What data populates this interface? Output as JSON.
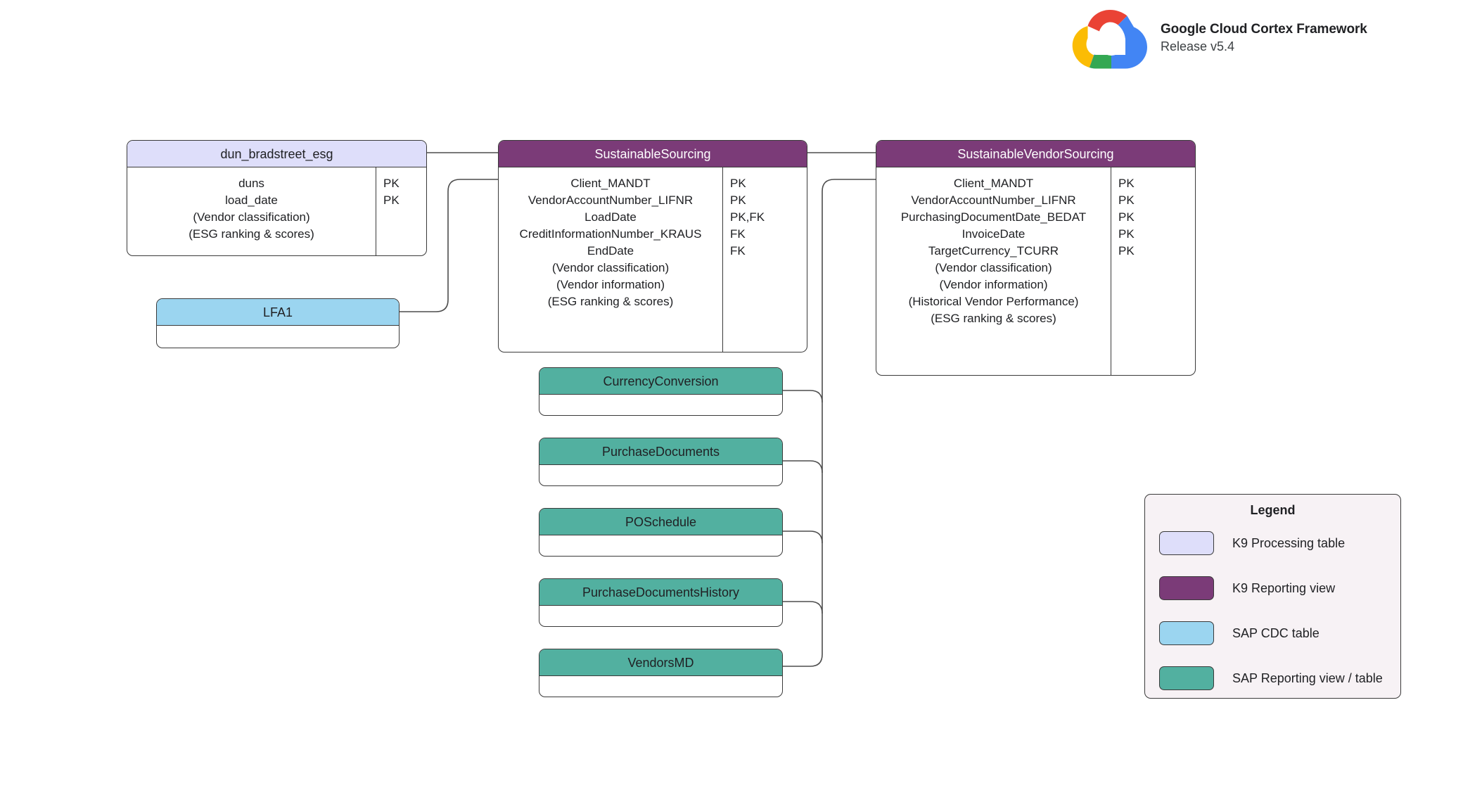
{
  "brand": {
    "logo_icon": "google-cloud-logo",
    "title": "Google Cloud Cortex Framework",
    "release": "Release v5.4"
  },
  "colors": {
    "k9_processing_table": "#dedefa",
    "k9_reporting_view": "#7b3b78",
    "sap_cdc_table": "#9bd5f0",
    "sap_reporting_view": "#52b0a0",
    "border": "#3a3a3a",
    "connector": "#4d4d4d",
    "legend_background": "#f7f2f5",
    "canvas_background": "#ffffff"
  },
  "entities": [
    {
      "id": "dun_bradstreet_esg",
      "name": "dun_bradstreet_esg",
      "type": "k9-processing-table",
      "fields": [
        {
          "name": "duns",
          "key": "PK"
        },
        {
          "name": "load_date",
          "key": "PK"
        },
        {
          "name": "(Vendor classification)",
          "key": ""
        },
        {
          "name": "(ESG ranking & scores)",
          "key": ""
        }
      ]
    },
    {
      "id": "sustainable_sourcing",
      "name": "SustainableSourcing",
      "type": "k9-reporting-view",
      "fields": [
        {
          "name": "Client_MANDT",
          "key": "PK"
        },
        {
          "name": "VendorAccountNumber_LIFNR",
          "key": "PK"
        },
        {
          "name": "LoadDate",
          "key": "PK,FK"
        },
        {
          "name": "CreditInformationNumber_KRAUS",
          "key": "FK"
        },
        {
          "name": "EndDate",
          "key": "FK"
        },
        {
          "name": "(Vendor classification)",
          "key": ""
        },
        {
          "name": "(Vendor information)",
          "key": ""
        },
        {
          "name": "(ESG ranking & scores)",
          "key": ""
        }
      ]
    },
    {
      "id": "sustainable_vendor_sourcing",
      "name": "SustainableVendorSourcing",
      "type": "k9-reporting-view",
      "fields": [
        {
          "name": "Client_MANDT",
          "key": "PK"
        },
        {
          "name": "VendorAccountNumber_LIFNR",
          "key": "PK"
        },
        {
          "name": "PurchasingDocumentDate_BEDAT",
          "key": "PK"
        },
        {
          "name": "InvoiceDate",
          "key": "PK"
        },
        {
          "name": "TargetCurrency_TCURR",
          "key": "PK"
        },
        {
          "name": "(Vendor classification)",
          "key": ""
        },
        {
          "name": "(Vendor information)",
          "key": ""
        },
        {
          "name": "(Historical Vendor Performance)",
          "key": ""
        },
        {
          "name": "(ESG ranking & scores)",
          "key": ""
        }
      ]
    },
    {
      "id": "lfa1",
      "name": "LFA1",
      "type": "sap-cdc-table",
      "fields": []
    },
    {
      "id": "currency_conversion",
      "name": "CurrencyConversion",
      "type": "sap-reporting-view",
      "fields": []
    },
    {
      "id": "purchase_documents",
      "name": "PurchaseDocuments",
      "type": "sap-reporting-view",
      "fields": []
    },
    {
      "id": "po_schedule",
      "name": "POSchedule",
      "type": "sap-reporting-view",
      "fields": []
    },
    {
      "id": "purchase_documents_history",
      "name": "PurchaseDocumentsHistory",
      "type": "sap-reporting-view",
      "fields": []
    },
    {
      "id": "vendors_md",
      "name": "VendorsMD",
      "type": "sap-reporting-view",
      "fields": []
    }
  ],
  "relationships": [
    {
      "from": "dun_bradstreet_esg",
      "to": "sustainable_sourcing"
    },
    {
      "from": "lfa1",
      "to": "sustainable_sourcing"
    },
    {
      "from": "sustainable_sourcing",
      "to": "sustainable_vendor_sourcing"
    },
    {
      "from": "currency_conversion",
      "to": "sustainable_vendor_sourcing"
    },
    {
      "from": "purchase_documents",
      "to": "sustainable_vendor_sourcing"
    },
    {
      "from": "po_schedule",
      "to": "sustainable_vendor_sourcing"
    },
    {
      "from": "purchase_documents_history",
      "to": "sustainable_vendor_sourcing"
    },
    {
      "from": "vendors_md",
      "to": "sustainable_vendor_sourcing"
    }
  ],
  "legend": {
    "title": "Legend",
    "items": [
      {
        "label": "K9 Processing table",
        "color": "#dedefa"
      },
      {
        "label": "K9 Reporting view",
        "color": "#7b3b78"
      },
      {
        "label": "SAP CDC table",
        "color": "#9bd5f0"
      },
      {
        "label": "SAP Reporting view / table",
        "color": "#52b0a0"
      }
    ]
  }
}
